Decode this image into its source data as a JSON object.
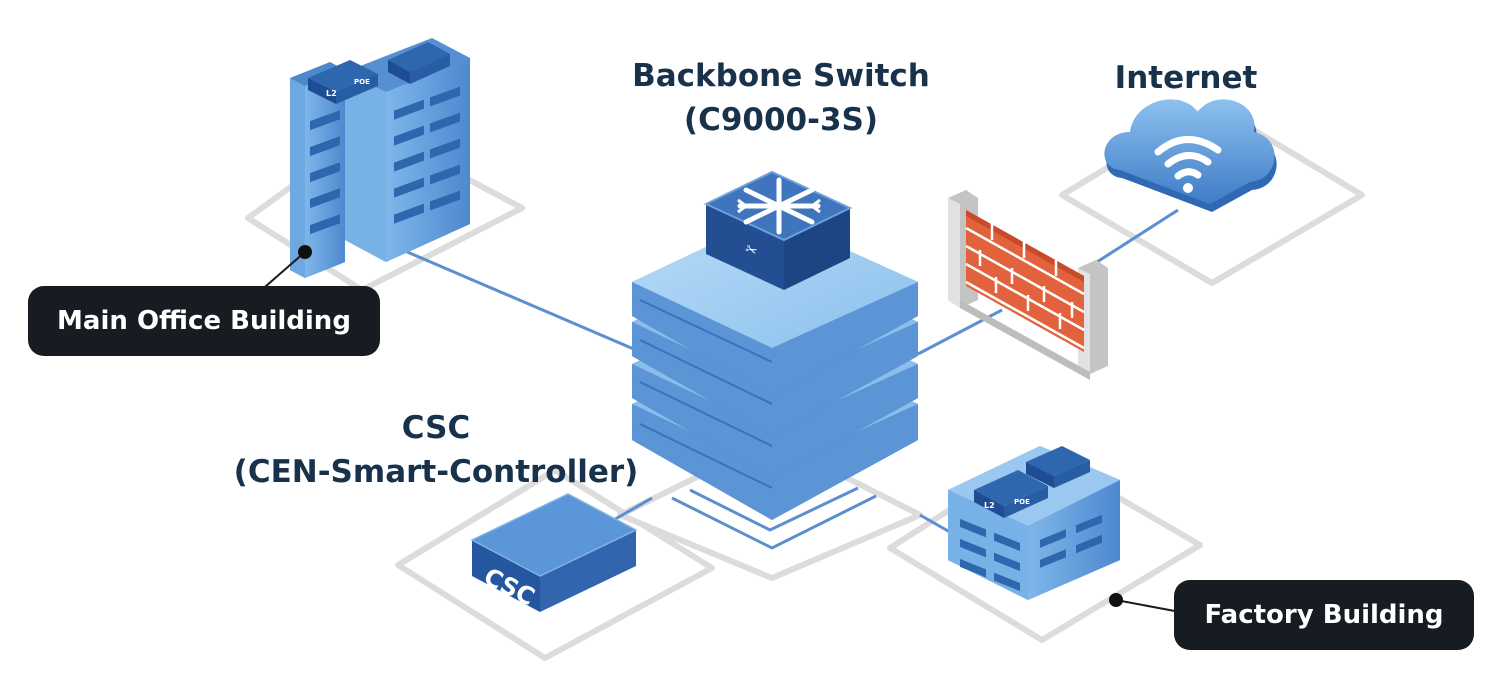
{
  "colors": {
    "title_text": "#17324a",
    "pill_bg": "#171c22",
    "pill_text": "#ffffff",
    "link_line": "#5b8fd0",
    "device_blue": "#8dc0ec",
    "device_dark": "#3a6fb3",
    "brick": "#e2623d"
  },
  "nodes": {
    "backbone": {
      "title_line1": "Backbone Switch",
      "title_line2": "(C9000-3S)",
      "icon": "snowflake-switch-icon"
    },
    "internet": {
      "title": "Internet",
      "icon": "wifi-cloud-icon"
    },
    "csc": {
      "title_line1": "CSC",
      "title_line2": "(CEN-Smart-Controller)",
      "device_label": "CSC"
    },
    "main_office": {
      "label": "Main Office Building",
      "switch_tags": [
        "L2",
        "POE"
      ]
    },
    "factory": {
      "label": "Factory Building",
      "switch_tags": [
        "L2",
        "POE"
      ]
    },
    "firewall": {
      "icon": "brick-firewall-icon"
    }
  }
}
